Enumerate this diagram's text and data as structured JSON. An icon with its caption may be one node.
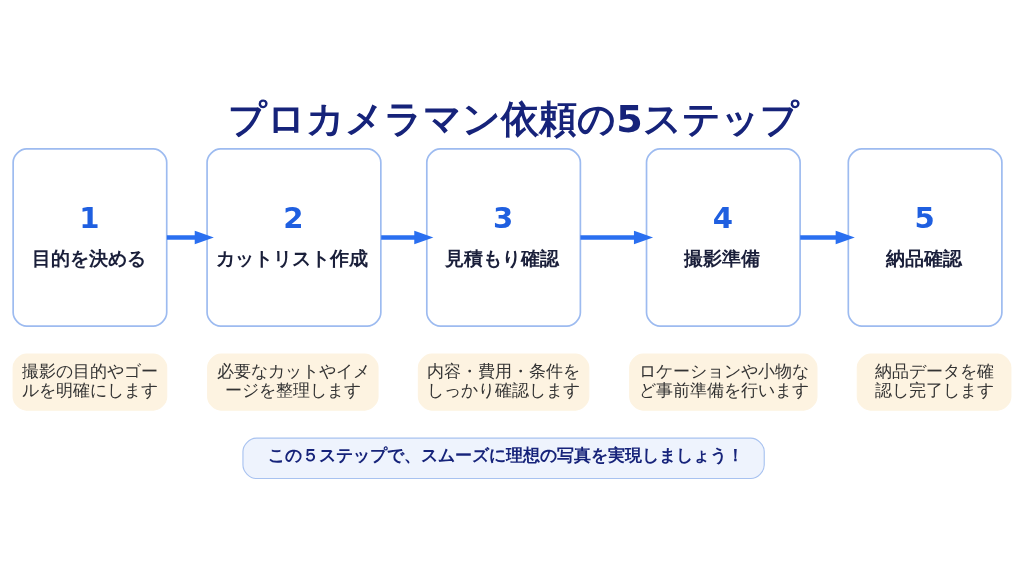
{
  "diagram": {
    "title": "プロカメラマン依頼の5ステップ",
    "nodes": [
      {
        "text": [
          "1",
          "目的を決める"
        ]
      },
      {
        "text": [
          "2",
          "カットリスト作成"
        ]
      },
      {
        "text": [
          "3",
          "見積もり確認"
        ]
      },
      {
        "text": [
          "4",
          "撮影準備"
        ]
      },
      {
        "text": [
          "5",
          "納品確認"
        ]
      },
      {
        "text": [
          "撮影の目的やゴールを明確にします"
        ]
      },
      {
        "text": [
          "必要なカットやイメージを整理します"
        ]
      },
      {
        "text": [
          "内容・費用・条件をしっかり確認します"
        ]
      },
      {
        "text": [
          "ロケーションや小物など事前準備を行います"
        ]
      },
      {
        "text": [
          "納品データを確認し完了します"
        ]
      },
      {
        "text": [
          "この５ステップで、スムーズに理想の写真を実現しましょう！"
        ]
      }
    ],
    "edges": [
      {
        "from": 0,
        "to": 1,
        "arrow": "to"
      },
      {
        "from": 1,
        "to": 2,
        "arrow": "to"
      },
      {
        "from": 2,
        "to": 3,
        "arrow": "to"
      },
      {
        "from": 3,
        "to": 4,
        "arrow": "to"
      }
    ]
  }
}
